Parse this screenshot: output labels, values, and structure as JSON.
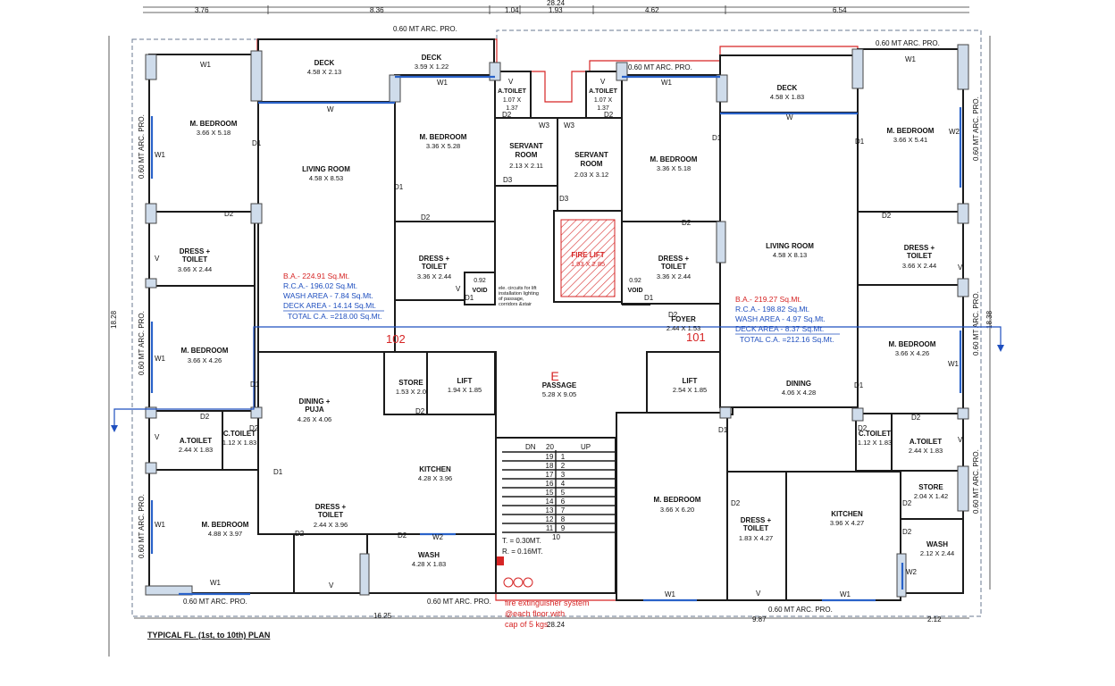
{
  "title": "TYPICAL FL. (1st, to 10th) PLAN",
  "dims_top": [
    "3.76",
    "8.36",
    "1.04",
    "28.24",
    "1.93",
    "4.62",
    "6.54"
  ],
  "dims_bottom": [
    "16.25",
    "28.24",
    "9.87",
    "2.12"
  ],
  "dims_side": {
    "left": "18.28",
    "right": "18.38"
  },
  "arc_pro": "0.60 MT ARC. PRO.",
  "center": {
    "a_toilet_l": "A.TOILET",
    "a_toilet_l_dims": "1.07 X\n1.37",
    "a_toilet_r": "A.TOILET",
    "a_toilet_r_dims": "1.07 X\n1.37",
    "servant_l": "SERVANT\nROOM",
    "servant_l_dims": "2.13 X 2.11",
    "servant_r": "SERVANT\nROOM",
    "servant_r_dims": "2.03 X 3.12",
    "fire_lift": "FIRE LIFT",
    "fire_lift_dims": "1.93 X 2.85",
    "elec_note": "ele. circuits for lift\ninstallation lighting\nof passage,\ncorridors &stair",
    "void": "VOID",
    "void_dims": "0.92",
    "passage_letter": "E",
    "passage": "PASSAGE",
    "passage_dims": "5.28 X 9.05",
    "lift_l": "LIFT",
    "lift_l_dims": "1.94 X 1.85",
    "lift_r": "LIFT",
    "lift_r_dims": "2.54 X 1.85",
    "store": "STORE",
    "store_dims": "1.53 X 2.0",
    "stair_dn": "DN",
    "stair_up": "UP",
    "stair_steps_left": [
      "19",
      "18",
      "17",
      "16",
      "15",
      "14",
      "13",
      "12",
      "11"
    ],
    "stair_steps_right": [
      "1",
      "2",
      "3",
      "4",
      "5",
      "6",
      "7",
      "8",
      "9"
    ],
    "stair_top": "20",
    "stair_bottom": "10",
    "tread": "T. = 0.30MT.",
    "riser": "R. = 0.16MT.",
    "fire_ext": "fire extinguisher system\n@each floor with\ncap of 5 kgs."
  },
  "flat_102": {
    "number": "102",
    "deck1": "DECK",
    "deck1_dims": "4.58 X 2.13",
    "deck2": "DECK",
    "deck2_dims": "3.59 X 1.22",
    "bed1": "M. BEDROOM",
    "bed1_dims": "3.66 X 5.18",
    "living": "LIVING ROOM",
    "living_dims": "4.58 X 8.53",
    "bed2": "M. BEDROOM",
    "bed2_dims": "3.36 X 5.28",
    "dress1": "DRESS +\nTOILET",
    "dress1_dims": "3.66 X 2.44",
    "dress2": "DRESS +\nTOILET",
    "dress2_dims": "3.36 X 2.44",
    "bed3": "M. BEDROOM",
    "bed3_dims": "3.66 X 4.26",
    "dining": "DINING +\nPUJA",
    "dining_dims": "4.26 X 4.06",
    "atoilet": "A.TOILET",
    "atoilet_dims": "2.44 X 1.83",
    "ctoilet": "C.TOILET",
    "ctoilet_dims": "1.12 X 1.83",
    "kitchen": "KITCHEN",
    "kitchen_dims": "4.28 X 3.96",
    "bed4": "M. BEDROOM",
    "bed4_dims": "4.88 X 3.97",
    "dress3": "DRESS +\nTOILET",
    "dress3_dims": "2.44 X 3.96",
    "wash": "WASH",
    "wash_dims": "4.28 X 1.83",
    "ba": "B.A.- 224.91 Sq.Mt.",
    "rca": "R.C.A.- 196.02 Sq.Mt.",
    "wash_area": "WASH AREA - 7.84 Sq.Mt.",
    "deck_area": "DECK AREA  - 14.14 Sq.Mt.",
    "total": "TOTAL C.A. =218.00 Sq.Mt."
  },
  "flat_101": {
    "number": "101",
    "deck": "DECK",
    "deck_dims": "4.58 X 1.83",
    "bed1": "M. BEDROOM",
    "bed1_dims": "3.36 X 5.18",
    "bed2": "M. BEDROOM",
    "bed2_dims": "3.66 X 5.41",
    "dress1": "DRESS +\nTOILET",
    "dress1_dims": "3.36 X 2.44",
    "living": "LIVING ROOM",
    "living_dims": "4.58 X 8.13",
    "dress2": "DRESS +\nTOILET",
    "dress2_dims": "3.66 X 2.44",
    "foyer": "FOYER",
    "foyer_dims": "2.44 X 1.53",
    "bed3": "M. BEDROOM",
    "bed3_dims": "3.66 X 4.26",
    "dining": "DINING",
    "dining_dims": "4.06 X 4.28",
    "ctoilet": "C.TOILET",
    "ctoilet_dims": "1.12 X 1.83",
    "atoilet": "A.TOILET",
    "atoilet_dims": "2.44 X 1.83",
    "bed4": "M. BEDROOM",
    "bed4_dims": "3.66 X 6.20",
    "dress3": "DRESS +\nTOILET",
    "dress3_dims": "1.83 X 4.27",
    "kitchen": "KITCHEN",
    "kitchen_dims": "3.96 X 4.27",
    "store": "STORE",
    "store_dims": "2.04 X 1.42",
    "wash": "WASH",
    "wash_dims": "2.12 X 2.44",
    "ba": "B.A.- 219.27 Sq.Mt.",
    "rca": "R.C.A.- 198.82 Sq.Mt.",
    "wash_area": "WASH AREA - 4.97 Sq.Mt.",
    "deck_area": "DECK AREA - 8.37 Sq.Mt.",
    "total": "TOTAL C.A. =212.16 Sq.Mt."
  },
  "tags": {
    "W": "W",
    "W1": "W1",
    "W2": "W2",
    "W3": "W3",
    "D1": "D1",
    "D2": "D2",
    "D3": "D3",
    "V": "V"
  }
}
